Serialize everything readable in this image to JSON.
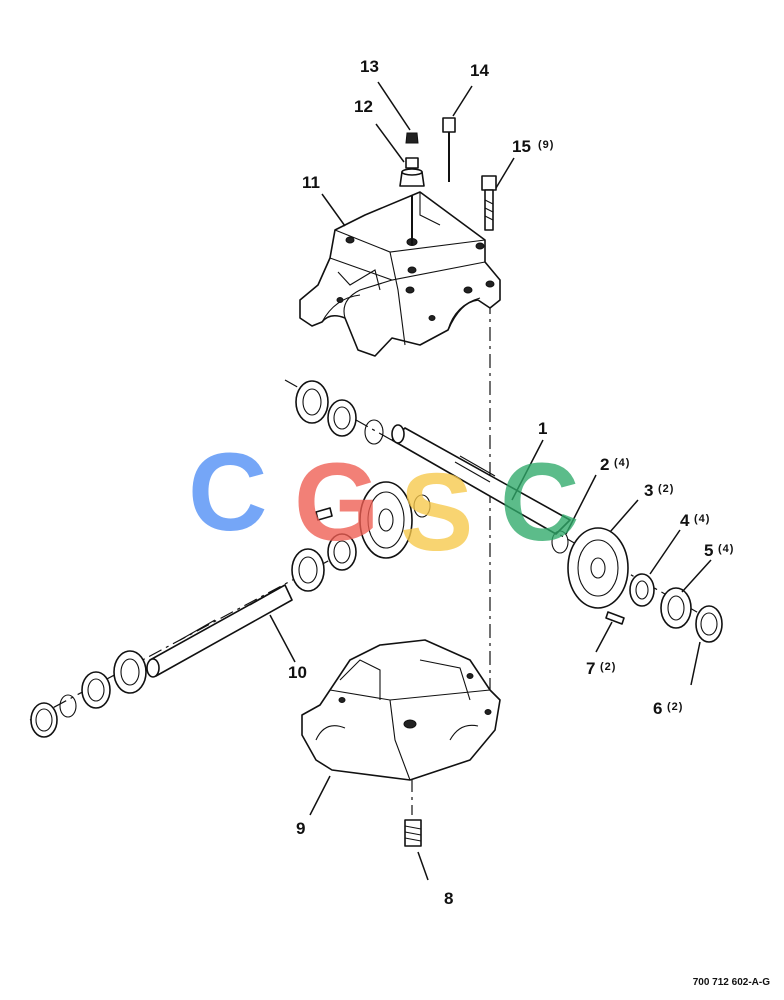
{
  "callouts": [
    {
      "id": "1",
      "label": "1",
      "qty": ""
    },
    {
      "id": "2",
      "label": "2",
      "qty": "(4)"
    },
    {
      "id": "3",
      "label": "3",
      "qty": "(2)"
    },
    {
      "id": "4",
      "label": "4",
      "qty": "(4)"
    },
    {
      "id": "5",
      "label": "5",
      "qty": "(4)"
    },
    {
      "id": "6",
      "label": "6",
      "qty": "(2)"
    },
    {
      "id": "7",
      "label": "7",
      "qty": "(2)"
    },
    {
      "id": "8",
      "label": "8",
      "qty": ""
    },
    {
      "id": "9",
      "label": "9",
      "qty": ""
    },
    {
      "id": "10",
      "label": "10",
      "qty": ""
    },
    {
      "id": "11",
      "label": "11",
      "qty": ""
    },
    {
      "id": "12",
      "label": "12",
      "qty": ""
    },
    {
      "id": "13",
      "label": "13",
      "qty": ""
    },
    {
      "id": "14",
      "label": "14",
      "qty": ""
    },
    {
      "id": "15",
      "label": "15",
      "qty": "(9)"
    }
  ],
  "watermark": {
    "letters": [
      "C",
      "G",
      "S",
      "C"
    ],
    "colors": [
      "#4f8ef5",
      "#ef5d52",
      "#f7c84a",
      "#2faa6a"
    ]
  },
  "document_number": "700 712 602-A-G"
}
